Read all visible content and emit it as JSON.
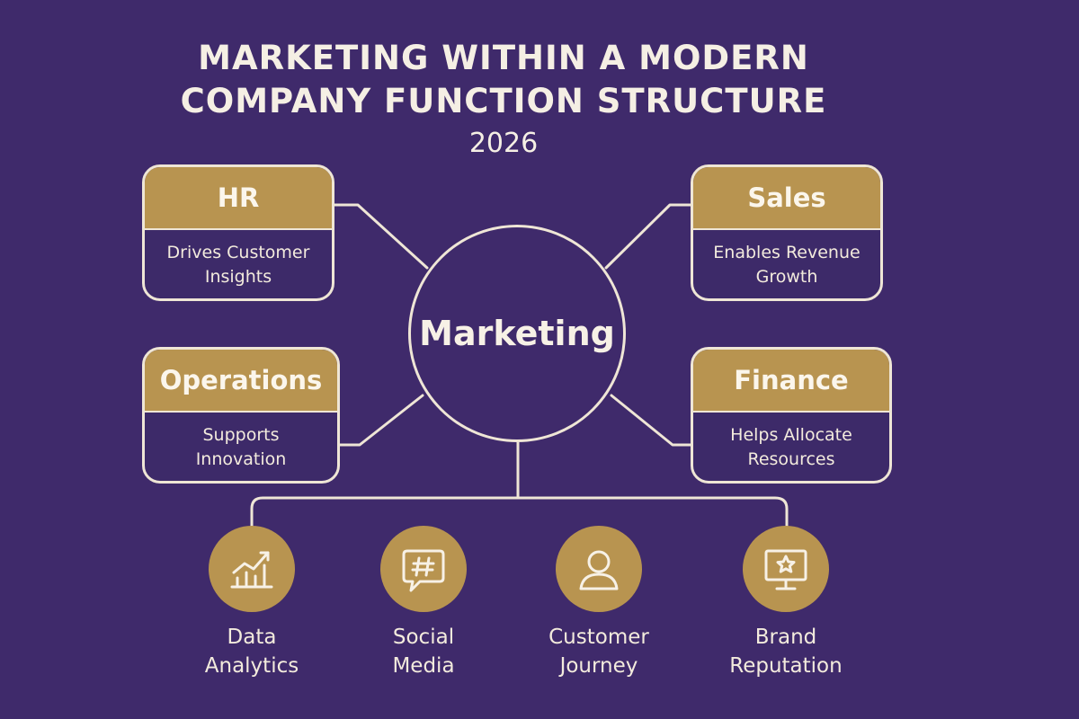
{
  "title_line1": "MARKETING WITHIN A MODERN",
  "title_line2": "COMPANY FUNCTION STRUCTURE",
  "year": "2026",
  "center": {
    "label": "Marketing"
  },
  "functions": [
    {
      "name": "HR",
      "desc_line1": "Drives Customer",
      "desc_line2": "Insights"
    },
    {
      "name": "Sales",
      "desc_line1": "Enables Revenue",
      "desc_line2": "Growth"
    },
    {
      "name": "Operations",
      "desc_line1": "Supports",
      "desc_line2": "Innovation"
    },
    {
      "name": "Finance",
      "desc_line1": "Helps Allocate",
      "desc_line2": "Resources"
    }
  ],
  "areas": [
    {
      "icon": "chart-growth-icon",
      "line1": "Data",
      "line2": "Analytics"
    },
    {
      "icon": "hashtag-chat-icon",
      "line1": "Social",
      "line2": "Media"
    },
    {
      "icon": "person-icon",
      "line1": "Customer",
      "line2": "Journey"
    },
    {
      "icon": "monitor-star-icon",
      "line1": "Brand",
      "line2": "Reputation"
    }
  ],
  "colors": {
    "background": "#3f2a6b",
    "accent": "#b89450",
    "line": "#efe6d6"
  }
}
